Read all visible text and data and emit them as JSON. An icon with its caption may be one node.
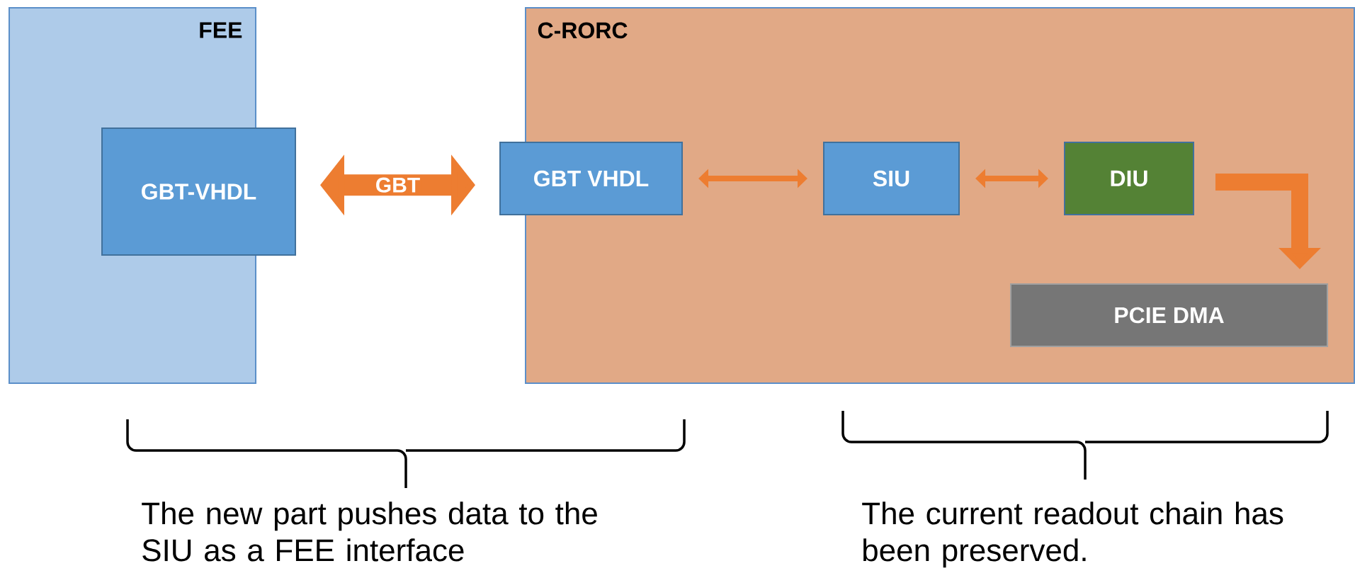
{
  "diagram": {
    "nodes": [
      {
        "text": [
          "FEE"
        ]
      },
      {
        "text": [
          "C-RORC"
        ]
      },
      {
        "text": [
          "GBT-VHDL"
        ]
      },
      {
        "text": [
          "GBT VHDL"
        ]
      },
      {
        "text": [
          "SIU"
        ],
        "in": 1
      },
      {
        "text": [
          "DIU"
        ],
        "in": 1
      },
      {
        "text": [
          "PCIE DMA"
        ],
        "in": 1
      }
    ],
    "edges": [
      {
        "from": 2,
        "to": 3,
        "arrow": "both",
        "label": "GBT",
        "style": "thick"
      },
      {
        "from": 3,
        "to": 4,
        "arrow": "both"
      },
      {
        "from": 4,
        "to": 5,
        "arrow": "both"
      },
      {
        "from": 5,
        "to": 6,
        "arrow": "to",
        "style": "thick"
      }
    ],
    "labels": [
      "The new part pushes data to the SIU as a FEE interface",
      "The current readout chain has been preserved."
    ]
  }
}
